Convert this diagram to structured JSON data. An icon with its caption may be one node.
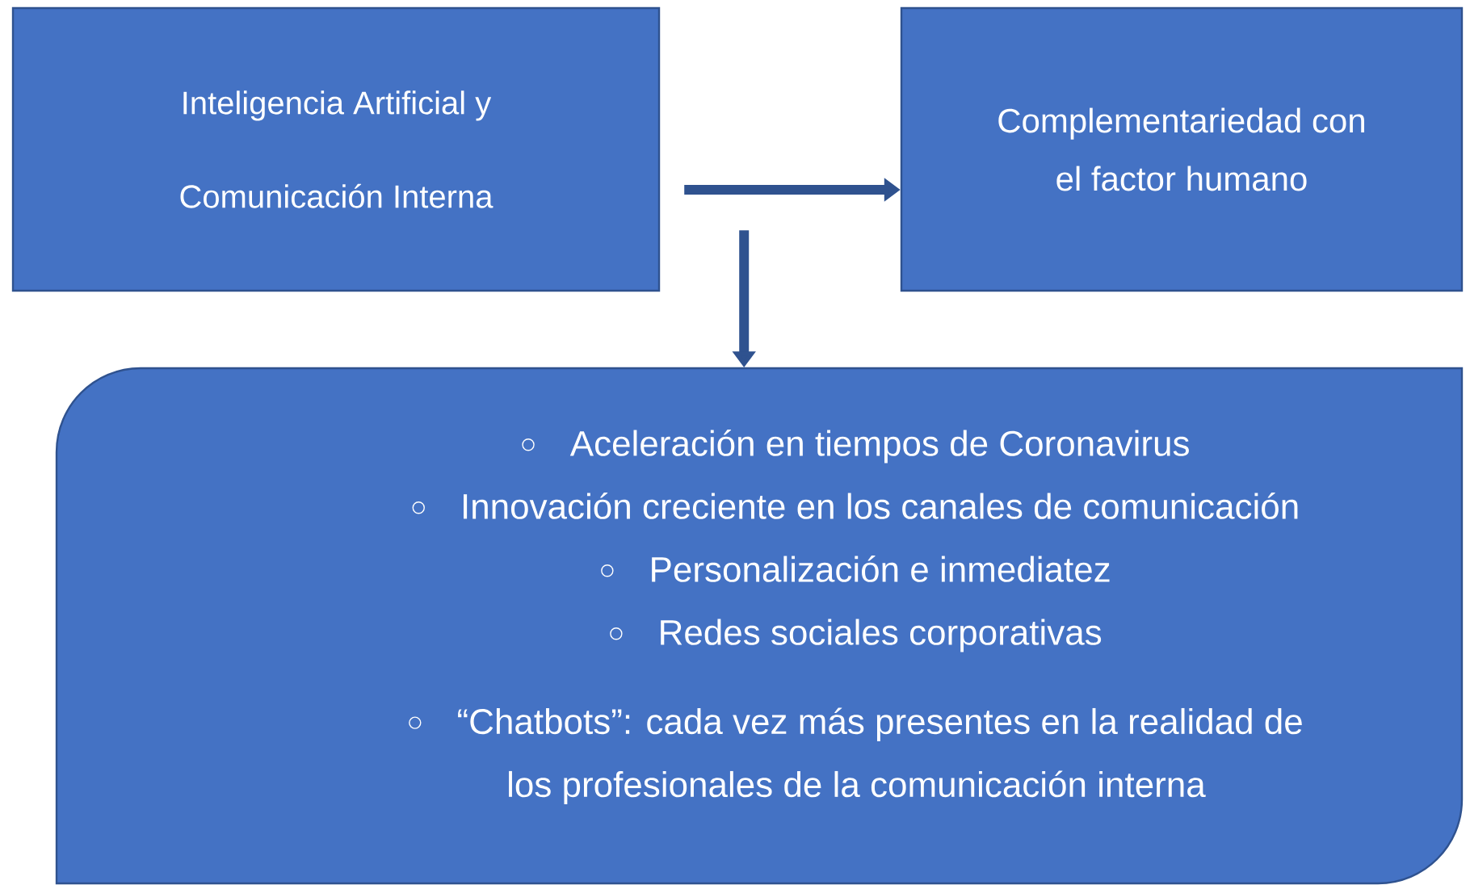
{
  "diagram": {
    "nodes": [
      {
        "text": [
          "Inteligencia Artificial y Comunicación Interna"
        ]
      },
      {
        "text": [
          "Complementariedad con el factor humano"
        ]
      },
      {
        "text": [
          "Aceleración en tiempos de Coronavirus",
          "Innovación creciente en los canales de comunicación",
          "Personalización e inmediatez",
          "Redes sociales corporativas",
          "“Chatbots”: cada vez más presentes en la realidad de los profesionales de la comunicación interna"
        ]
      }
    ],
    "edges": [
      {
        "from": 0,
        "to": 1,
        "arrow": "to"
      },
      {
        "from": 0,
        "to": 2,
        "arrow": "to"
      }
    ]
  }
}
